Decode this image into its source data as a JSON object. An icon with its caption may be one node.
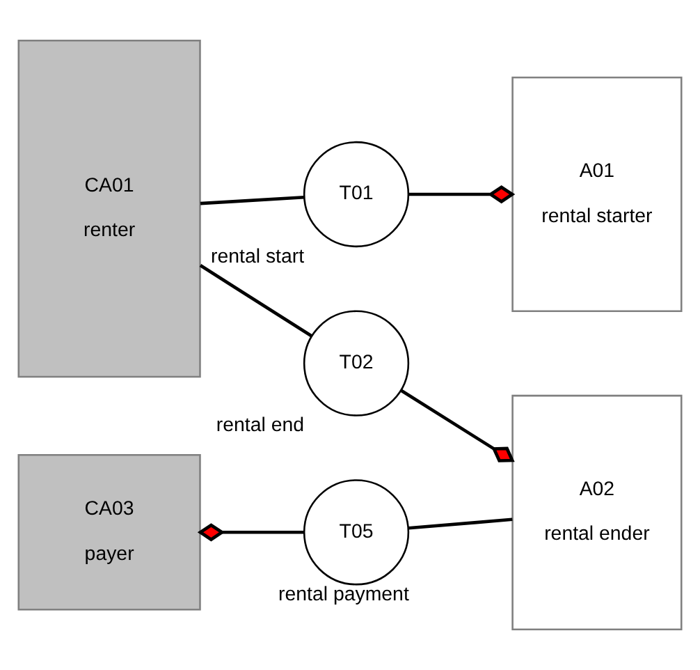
{
  "diagram": {
    "nodes": [
      {
        "text": [
          "CA01",
          "renter"
        ]
      },
      {
        "text": [
          "CA03",
          "payer"
        ]
      },
      {
        "text": [
          "T01"
        ],
        "beside": [
          "rental start"
        ]
      },
      {
        "text": [
          "T02"
        ],
        "beside": [
          "rental end"
        ]
      },
      {
        "text": [
          "T05"
        ],
        "beside": [
          "rental payment"
        ]
      },
      {
        "text": [
          "A01",
          "rental starter"
        ]
      },
      {
        "text": [
          "A02",
          "rental ender"
        ]
      }
    ],
    "edges": [
      {
        "from": 0,
        "to": 2,
        "arrow": "none"
      },
      {
        "from": 2,
        "to": 5,
        "arrow": "other"
      },
      {
        "from": 0,
        "to": 3,
        "arrow": "none"
      },
      {
        "from": 3,
        "to": 6,
        "arrow": "other"
      },
      {
        "from": 4,
        "to": 1,
        "arrow": "other"
      },
      {
        "from": 4,
        "to": 6,
        "arrow": "none"
      }
    ]
  }
}
